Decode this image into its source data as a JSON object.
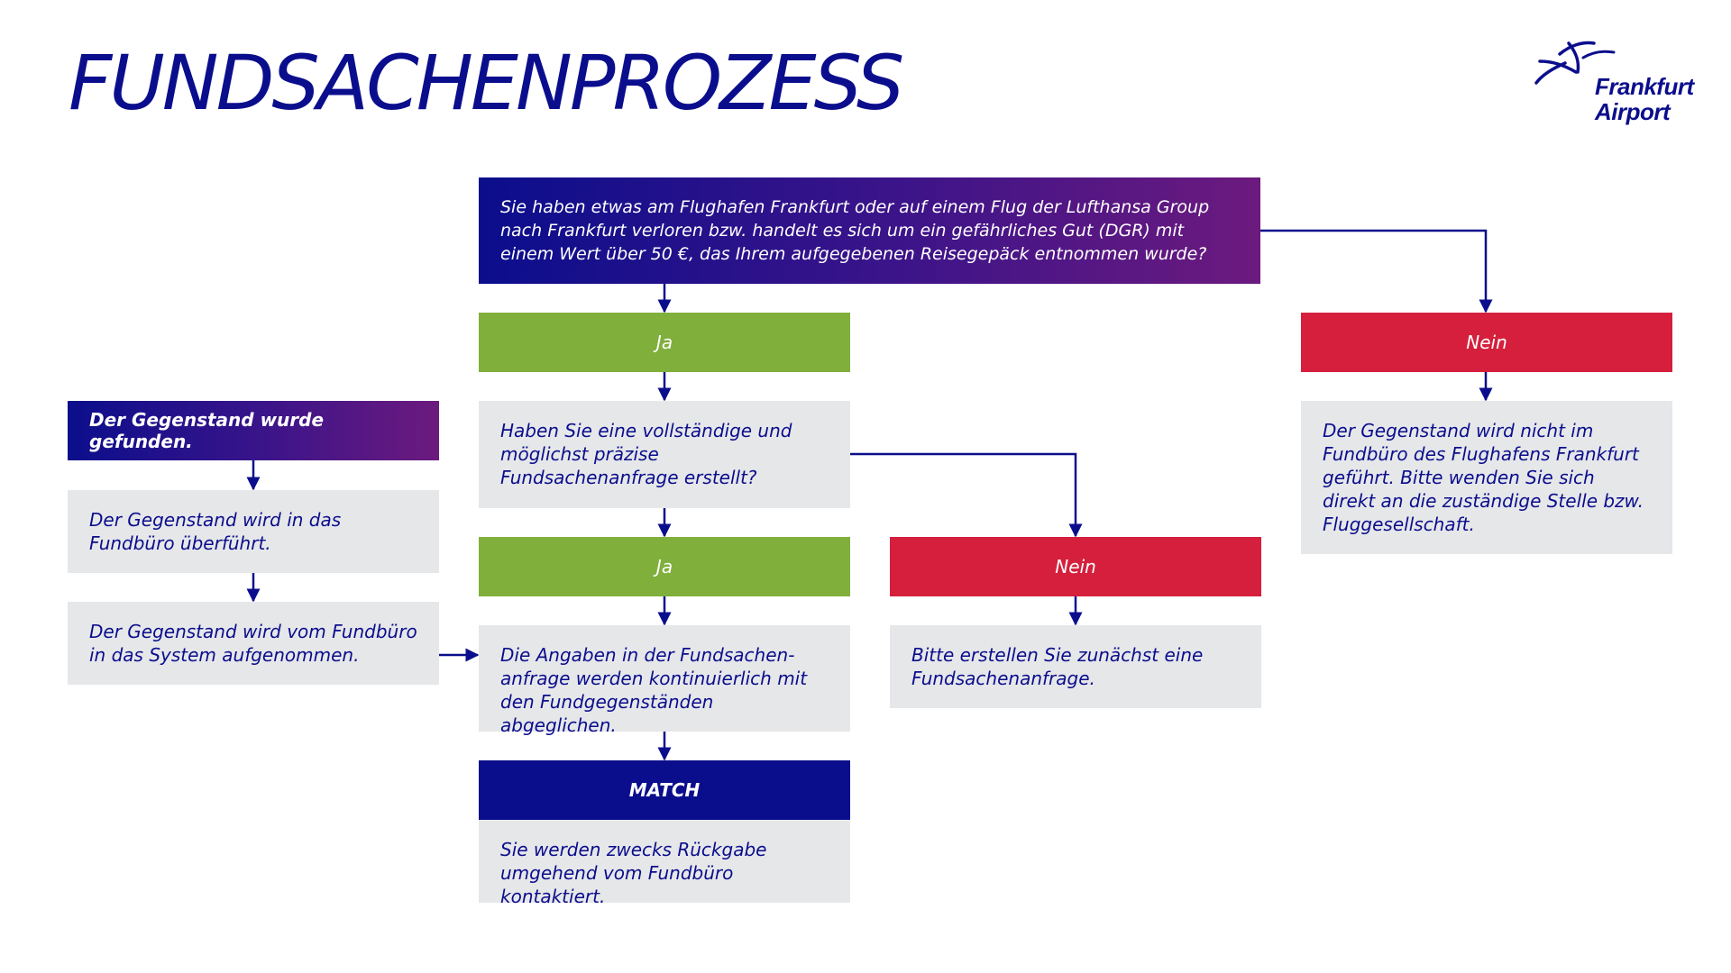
{
  "title": "FUNDSACHENPROZESS",
  "logo": {
    "line1": "Frankfurt",
    "line2": "Airport"
  },
  "question_main": "Sie haben etwas am Flughafen Frankfurt oder auf einem Flug der Lufthansa Group nach Frankfurt verloren bzw. handelt es sich um ein gefährliches Gut (DGR) mit einem Wert über 50 €, das Ihrem aufgegebenen Reisegepäck entnommen wurde?",
  "yes_1": "Ja",
  "no_1": "Nein",
  "no_1_text": "Der Gegenstand wird nicht im Fundbüro des Flughafens Frankfurt geführt. Bitte wenden Sie sich direkt an die zuständige Stelle bzw. Fluggesellschaft.",
  "question_2": "Haben Sie eine vollständige und möglichst präzise Fundsachenanfrage erstellt?",
  "yes_2": "Ja",
  "no_2": "Nein",
  "no_2_text": "Bitte erstellen Sie zunächst eine Fundsachenanfrage.",
  "compare_text": "Die Angaben in der Fundsachen-anfrage werden kontinuierlich mit den Fundgegenständen abgeglichen.",
  "match": "MATCH",
  "match_text": "Sie werden zwecks Rückgabe umgehend vom Fundbüro kontaktiert.",
  "found": {
    "header": "Der Gegenstand wurde gefunden.",
    "step1": "Der Gegenstand wird in das Fundbüro überführt.",
    "step2": "Der Gegenstand wird vom Fundbüro in das System aufgenommen."
  },
  "colors": {
    "navy": "#0b0e8c",
    "purple": "#6c1a7e",
    "green": "#80af3b",
    "red": "#d51f3c",
    "gray": "#e6e7e9"
  }
}
